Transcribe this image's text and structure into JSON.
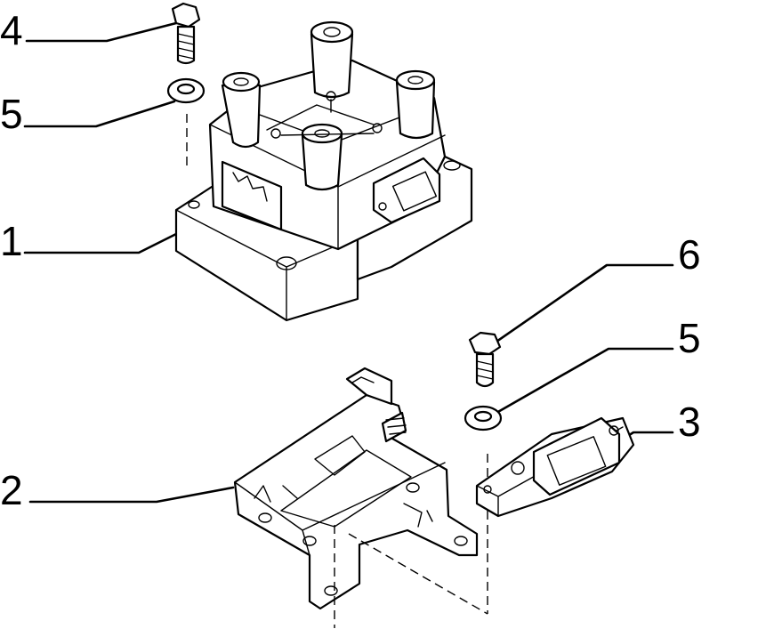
{
  "callouts": [
    {
      "id": "c4",
      "label": "4"
    },
    {
      "id": "c5a",
      "label": "5"
    },
    {
      "id": "c1",
      "label": "1"
    },
    {
      "id": "c6",
      "label": "6"
    },
    {
      "id": "c5b",
      "label": "5"
    },
    {
      "id": "c3",
      "label": "3"
    },
    {
      "id": "c2",
      "label": "2"
    }
  ]
}
